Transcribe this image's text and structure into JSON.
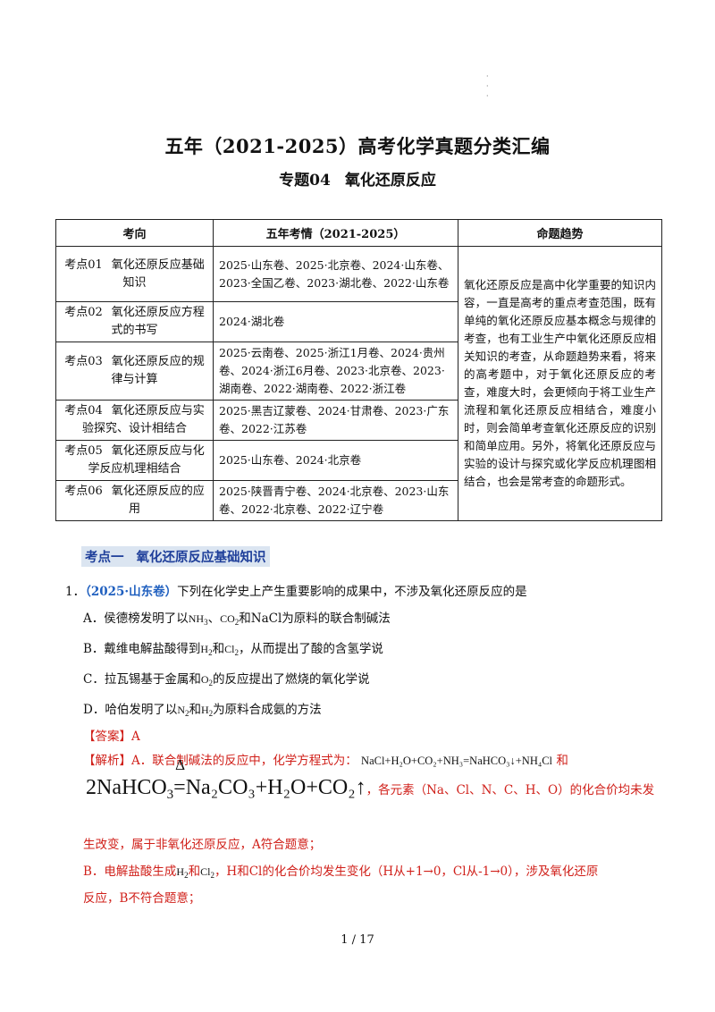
{
  "header": {
    "title": "五年（2021-2025）高考化学真题分类汇编",
    "subtitle_topic": "专题04",
    "subtitle_name": "氧化还原反应"
  },
  "overview": {
    "headers": [
      "考向",
      "五年考情（2021-2025）",
      "命题趋势"
    ],
    "rows": [
      {
        "num": "考点01",
        "name": "氧化还原反应基础知识",
        "years": "2025·山东卷、2025·北京卷、2024·山东卷、2023·全国乙卷、2023·湖北卷、2022·山东卷"
      },
      {
        "num": "考点02",
        "name": "氧化还原反应方程式的书写",
        "years": "2024·湖北卷"
      },
      {
        "num": "考点03",
        "name": "氧化还原反应的规律与计算",
        "years": "2025·云南卷、2025·浙江1月卷、2024·贵州卷、2024·浙江6月卷、2023·北京卷、2023·湖南卷、2022·湖南卷、2022·浙江卷"
      },
      {
        "num": "考点04",
        "name": "氧化还原反应与实验探究、设计相结合",
        "years": "2025·黑吉辽蒙卷、2024·甘肃卷、2023·广东卷、2022·江苏卷"
      },
      {
        "num": "考点05",
        "name": "氧化还原反应与化学反应机理相结合",
        "years": "2025·山东卷、2024·北京卷"
      },
      {
        "num": "考点06",
        "name": "氧化还原反应的应用",
        "years": "2025·陕晋青宁卷、2024·北京卷、2023·山东卷、2022·北京卷、2022·辽宁卷"
      }
    ],
    "trend": "氧化还原反应是高中化学重要的知识内容，一直是高考的重点考查范围，既有单纯的氧化还原反应基本概念与规律的考查，也有工业生产中氧化还原反应相关知识的考查，从命题趋势来看，将来的高考题中，对于氧化还原反应的考查，难度大时，会更倾向于将工业生产流程和氧化还原反应相结合，难度小时，则会简单考查氧化还原反应的识别和简单应用。另外，将氧化还原反应与实验的设计与探究或化学反应机理图相结合，也会是常考查的命题形式。"
  },
  "section": {
    "label": "考点一",
    "name": "氧化还原反应基础知识"
  },
  "question": {
    "number": "1．",
    "source": "（2025·山东卷）",
    "stem": "下列在化学史上产生重要影响的成果中，不涉及氧化还原反应的是",
    "A": {
      "pre": "A．侯德榜发明了以",
      "f1": "NH",
      "f1s": "3",
      "sep": "、",
      "f2": "CO",
      "f2s": "2",
      "post": "和NaCl为原料的联合制碱法"
    },
    "B": {
      "pre": "B．戴维电解盐酸得到",
      "f1": "H",
      "f1s": "2",
      "mid": "和",
      "f2": "Cl",
      "f2s": "2",
      "post": "，从而提出了酸的含氢学说"
    },
    "C": {
      "pre": "C．拉瓦锡基于金属和",
      "f1": "O",
      "f1s": "2",
      "post": "的反应提出了燃烧的氧化学说"
    },
    "D": {
      "pre": "D．哈伯发明了以",
      "f1": "N",
      "f1s": "2",
      "mid": "和",
      "f2": "H",
      "f2s": "2",
      "post": "为原料合成氨的方法"
    }
  },
  "answer": {
    "label": "【答案】A"
  },
  "analysis": {
    "label": "【解析】",
    "a_intro": "A．联合制碱法的反应中，化学方程式为：",
    "eq1": "NaCl+H₂O+CO₂+NH₃=NaHCO₃↓+NH₄Cl",
    "eq1_tail": "和",
    "eq2_lhs": "2NaHCO",
    "eq2_lhs_sub": "3",
    "eq2_sign": "=",
    "eq2_delta": "Δ",
    "eq2_rhs": "Na₂CO₃+H₂O+CO₂↑",
    "a_line1_tail": "，各元素（Na、Cl、N、C、H、O）的化合价均未发",
    "a_line2": "生改变，属于非氧化还原反应，A符合题意；",
    "b_pre": "B．电解盐酸生成",
    "b_f1": "H",
    "b_f1s": "2",
    "b_mid": "和",
    "b_f2": "Cl",
    "b_f2s": "2",
    "b_post": "，H和Cl的化合价均发生变化（H从+1→0，Cl从-1→0），涉及氧化还原",
    "b_line2": "反应，B不符合题意；"
  },
  "footer": {
    "page": "1 / 17"
  }
}
